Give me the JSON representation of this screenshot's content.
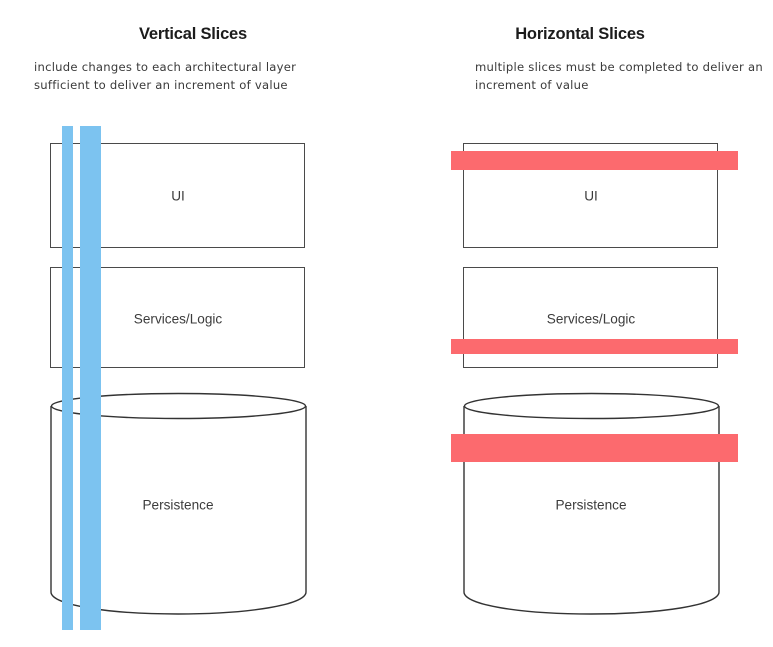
{
  "diagram": {
    "title_semantic": "vertical-vs-horizontal-slicing",
    "colors": {
      "vertical_slice": "#7cc3f0",
      "horizontal_slice": "#fc6a6e",
      "box_stroke": "#4a4a4a",
      "text": "#3c3c3c",
      "background": "#ffffff"
    },
    "layer_names": [
      "UI",
      "Services/Logic",
      "Persistence"
    ]
  },
  "panels": [
    {
      "id": "vertical",
      "title": "Vertical Slices",
      "caption": "include changes to each architectural layer sufficient to deliver an increment of value",
      "layers": [
        {
          "label": "UI"
        },
        {
          "label": "Services/Logic"
        },
        {
          "label": "Persistence"
        }
      ],
      "slices": [
        {
          "orientation": "vertical",
          "color": "#7cc3f0",
          "index": 1
        },
        {
          "orientation": "vertical",
          "color": "#7cc3f0",
          "index": 2
        }
      ]
    },
    {
      "id": "horizontal",
      "title": "Horizontal Slices",
      "caption": "multiple slices must be completed to deliver an increment of value",
      "layers": [
        {
          "label": "UI"
        },
        {
          "label": "Services/Logic"
        },
        {
          "label": "Persistence"
        }
      ],
      "slices": [
        {
          "orientation": "horizontal",
          "color": "#fc6a6e",
          "index": 1,
          "on_layer": "UI"
        },
        {
          "orientation": "horizontal",
          "color": "#fc6a6e",
          "index": 2,
          "on_layer": "Services/Logic"
        },
        {
          "orientation": "horizontal",
          "color": "#fc6a6e",
          "index": 3,
          "on_layer": "Persistence"
        }
      ]
    }
  ]
}
